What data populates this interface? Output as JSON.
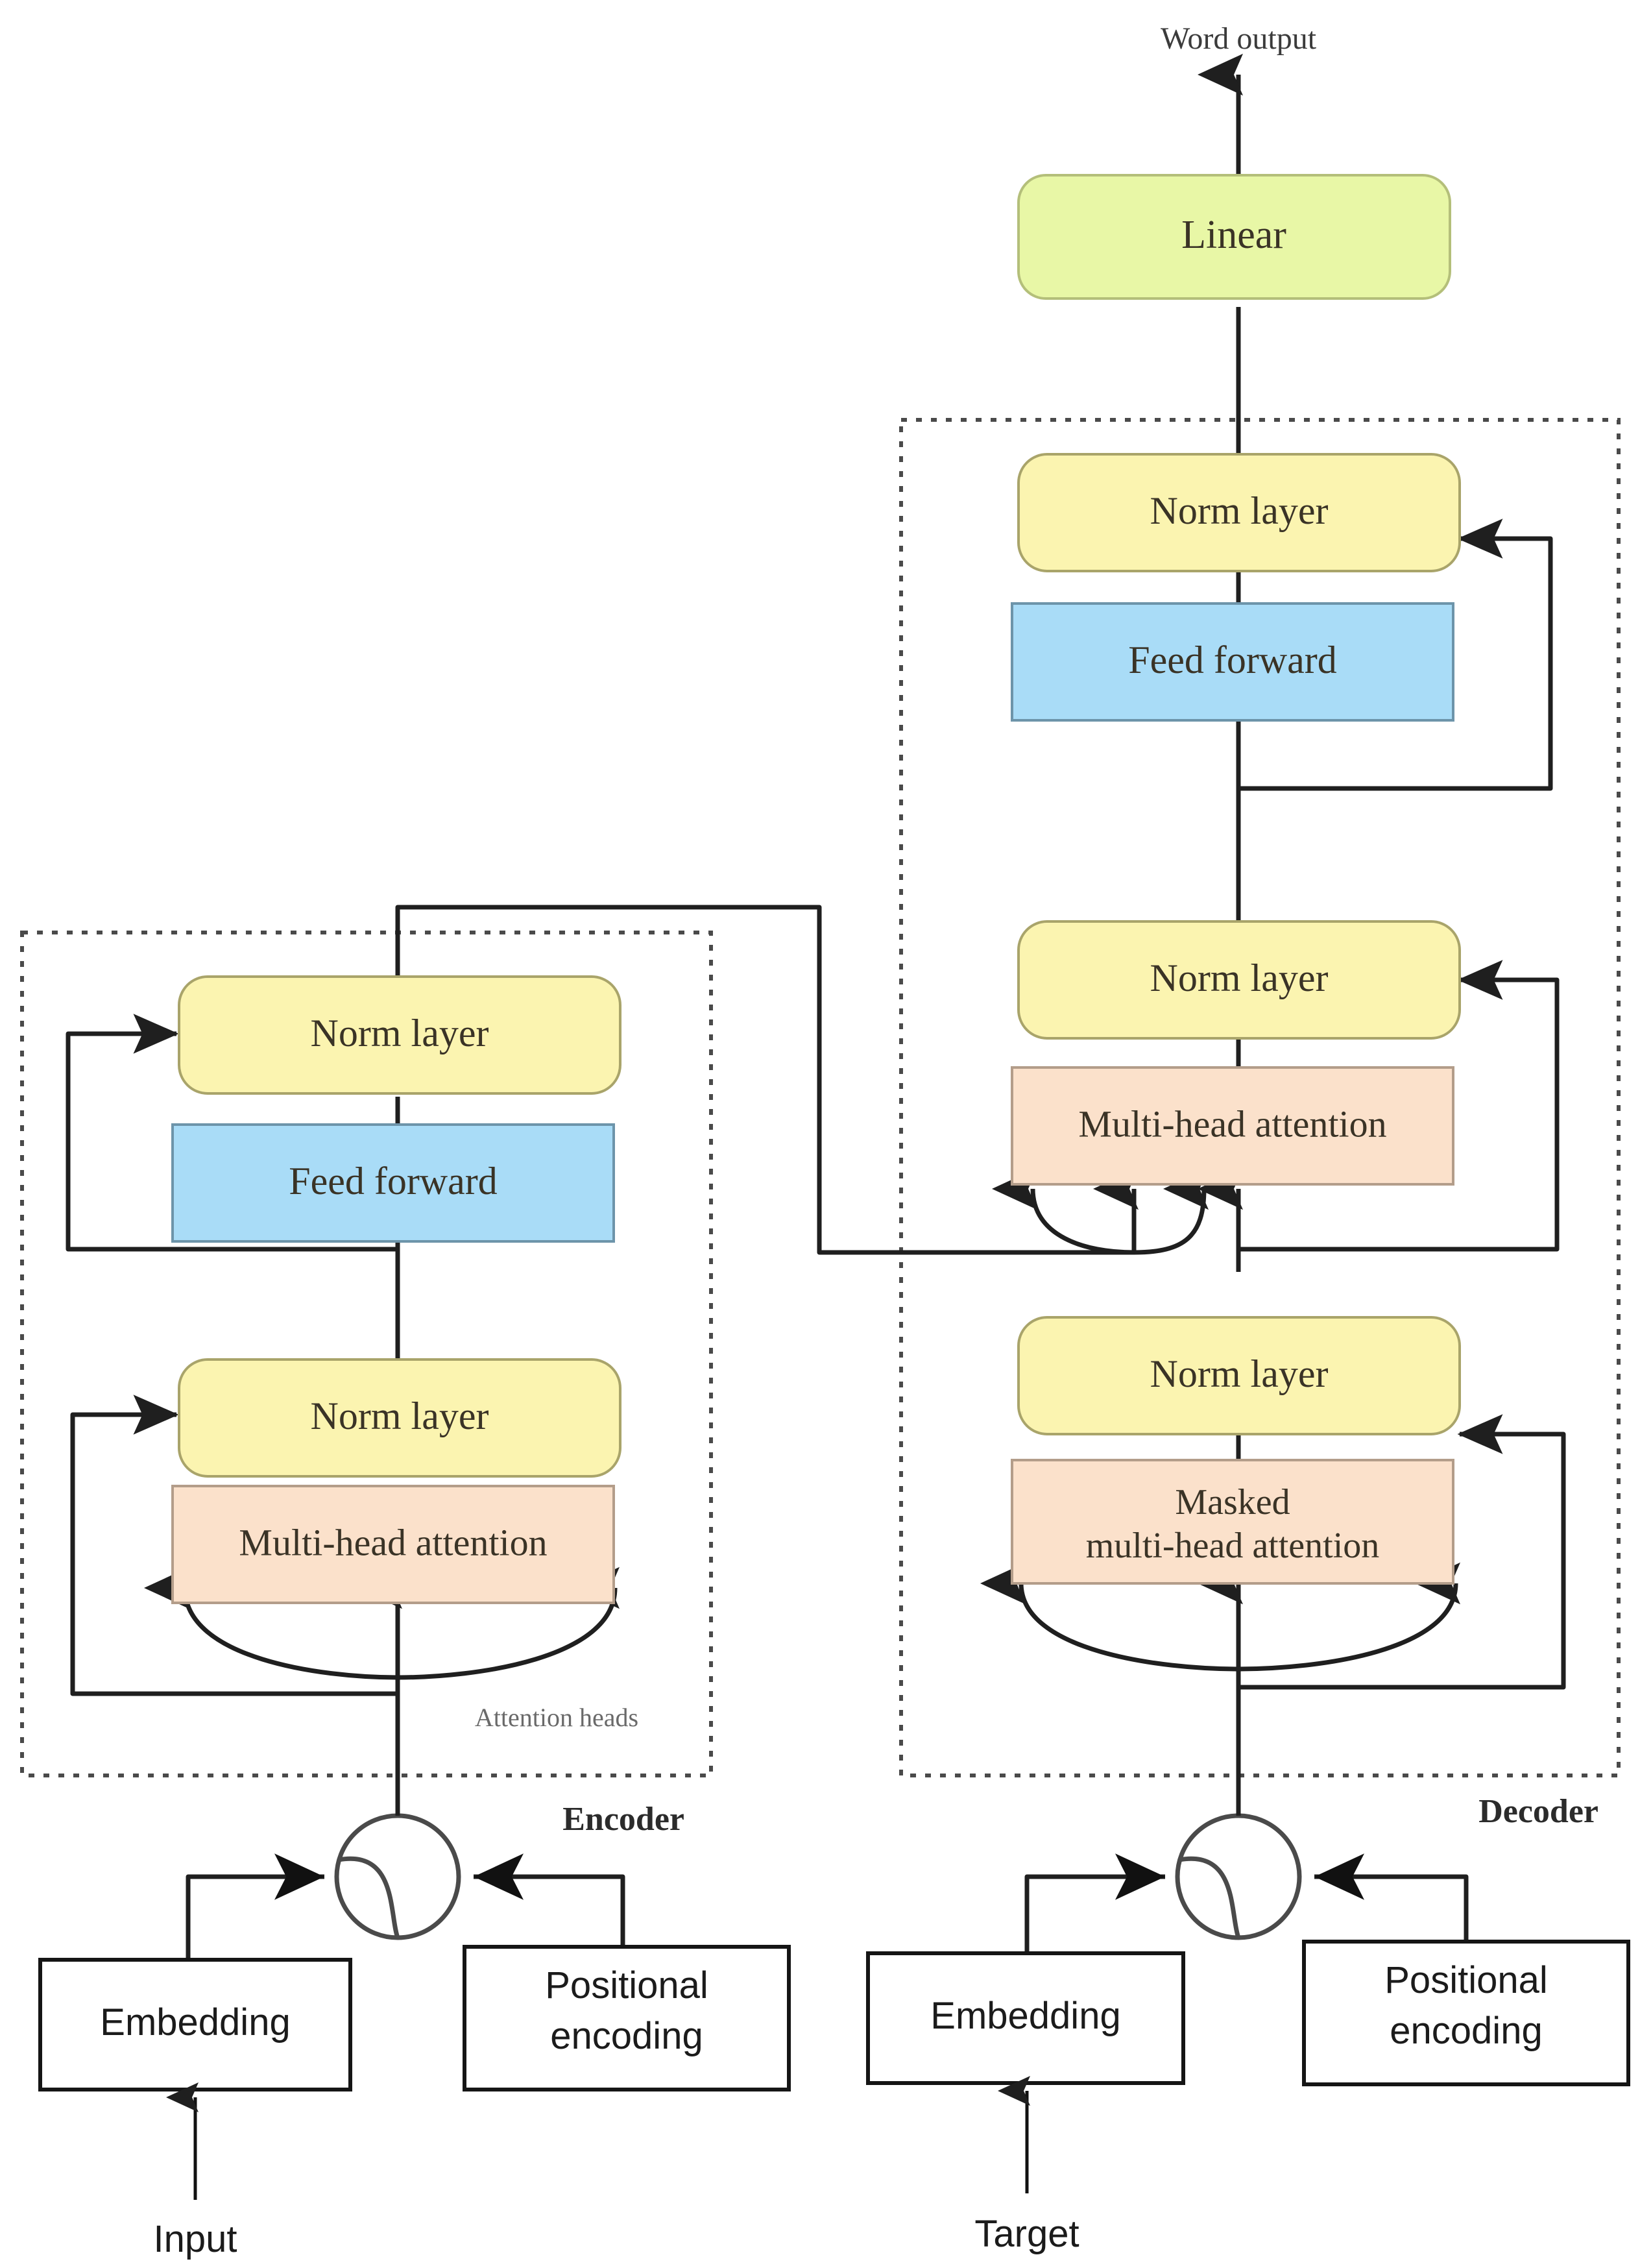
{
  "diagram": {
    "title_top": "Word output",
    "encoder_group_label": "Encoder",
    "decoder_group_label": "Decoder",
    "attention_heads_label": "Attention heads",
    "colors": {
      "norm_layer": "#fbf4b0",
      "feed_forward": "#a9dcf7",
      "attention": "#fbe1cb",
      "linear": "#e8f7a6",
      "plain_box": "#ffffff",
      "stroke": "#1f1f1f",
      "group_border": "#4a4a4a"
    },
    "encoder": {
      "norm_layer_2": "Norm layer",
      "feed_forward": "Feed forward",
      "norm_layer_1": "Norm layer",
      "attention": "Multi-head attention",
      "embedding": "Embedding",
      "positional_encoding": "Positional\nencoding",
      "positional_encoding_line1": "Positional",
      "positional_encoding_line2": "encoding",
      "input_label": "Input"
    },
    "decoder": {
      "linear": "Linear",
      "norm_layer_3": "Norm layer",
      "feed_forward": "Feed forward",
      "norm_layer_2": "Norm layer",
      "cross_attention": "Multi-head attention",
      "norm_layer_1": "Norm layer",
      "masked_attention_line1": "Masked",
      "masked_attention_line2": "multi-head attention",
      "embedding": "Embedding",
      "positional_encoding_line1": "Positional",
      "positional_encoding_line2": "encoding",
      "target_label": "Target"
    }
  }
}
